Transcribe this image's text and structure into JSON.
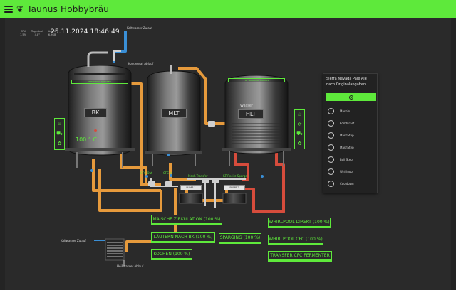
{
  "app": {
    "title": "Taunus Hobbybräu"
  },
  "status": {
    "stats": [
      {
        "label": "CPU",
        "value": "1.5%"
      },
      {
        "label": "Tagestext",
        "value": "4.8°"
      },
      {
        "label": "Arbeit",
        "value": "6.9GB"
      }
    ],
    "datetime": "25.11.2024 18:46:49"
  },
  "labels": {
    "kaltwasser_zulauf_top": "Kaltwasser Zulauf",
    "kondensat_ablauf": "Kondensat Ablauf",
    "kaltwasser_zulauf_bottom": "Kaltwasser Zulauf",
    "heisswasser_ablauf": "Heißwasser Ablauf",
    "cfc_out": "CFC-Out",
    "cfc_in": "CFC-In",
    "mash_transfer": "Mash-Transfer",
    "hlt_recirc": "HLT-Recirc-Sparge",
    "wasser": "Wasser"
  },
  "tanks": {
    "bk": {
      "name": "BK",
      "temperature": "100 ° C",
      "stripe": "WHIRLPOOLMISCHEN"
    },
    "mlt": {
      "name": "MLT"
    },
    "hlt": {
      "name": "HLT",
      "stripe": "HLT SPARGING WASSER"
    }
  },
  "pumps": {
    "pump1": "PUMP-1",
    "pump2": "PUMP-2"
  },
  "actions": {
    "maische_zirkulation": "MAISCHE ZIRKULATION (100 %)",
    "laeutern_nach_bk": "LÄUTERN NACH BK (100 %)",
    "kochen": "KOCHEN (100 %)",
    "sparging": "SPARGING (100 %)",
    "whirlpool_direkt": "WHIRLPOOL DIREKT (100 %)",
    "whirlpool_cfc": "WHIRLPOOL CFC (100 %)",
    "transfer_cfc_fermenter": "TRANSFER CFC FERMENTER"
  },
  "recipe_panel": {
    "title": "Sierra Nevada Pale Ale nach Originalangaben",
    "steps": [
      "Mashin",
      "Kombirast",
      "MashStep",
      "MashStep",
      "Boil Step",
      "Whirlpool",
      "Cooldown"
    ]
  },
  "icons": {
    "bk_controls": [
      "flame-icon",
      "cycle-icon",
      "car-icon",
      "spiral-icon"
    ],
    "hlt_controls": [
      "flame-icon",
      "cycle-icon",
      "car-icon",
      "spiral-icon"
    ]
  },
  "colors": {
    "accent": "#5ee93b",
    "background": "#2a2a2a",
    "pipe_orange": "#e69a3c",
    "pipe_blue": "#3a8fd6",
    "pipe_red": "#d64c3c"
  }
}
